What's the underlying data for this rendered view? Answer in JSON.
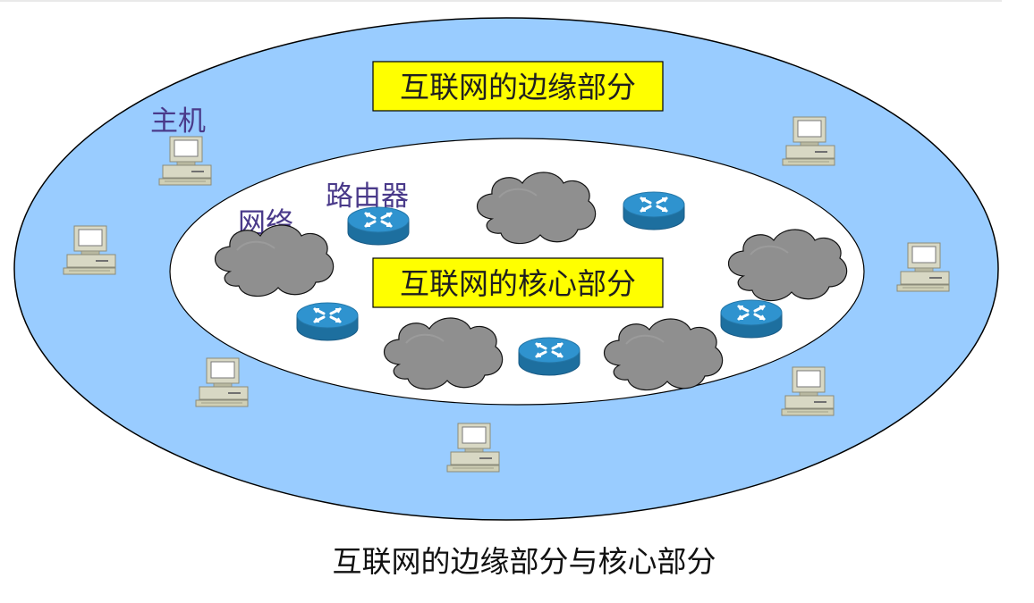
{
  "diagram": {
    "labels": {
      "edge_box": "互联网的边缘部分",
      "core_box": "互联网的核心部分",
      "host": "主机",
      "network": "网络",
      "router": "路由器",
      "caption": "互联网的边缘部分与核心部分"
    },
    "colors": {
      "edge_fill": "#99ccff",
      "core_fill": "#ffffff",
      "label_box": "#ffff00",
      "label_text": "#1f1f1f",
      "annotation_text": "#4a3a8a",
      "cloud_fill": "#8f8f8f",
      "router_fill": "#2a86bf",
      "host_fill": "#d8d8c4"
    },
    "icons": [
      "host-computer-icon",
      "network-cloud-icon",
      "router-icon"
    ]
  }
}
